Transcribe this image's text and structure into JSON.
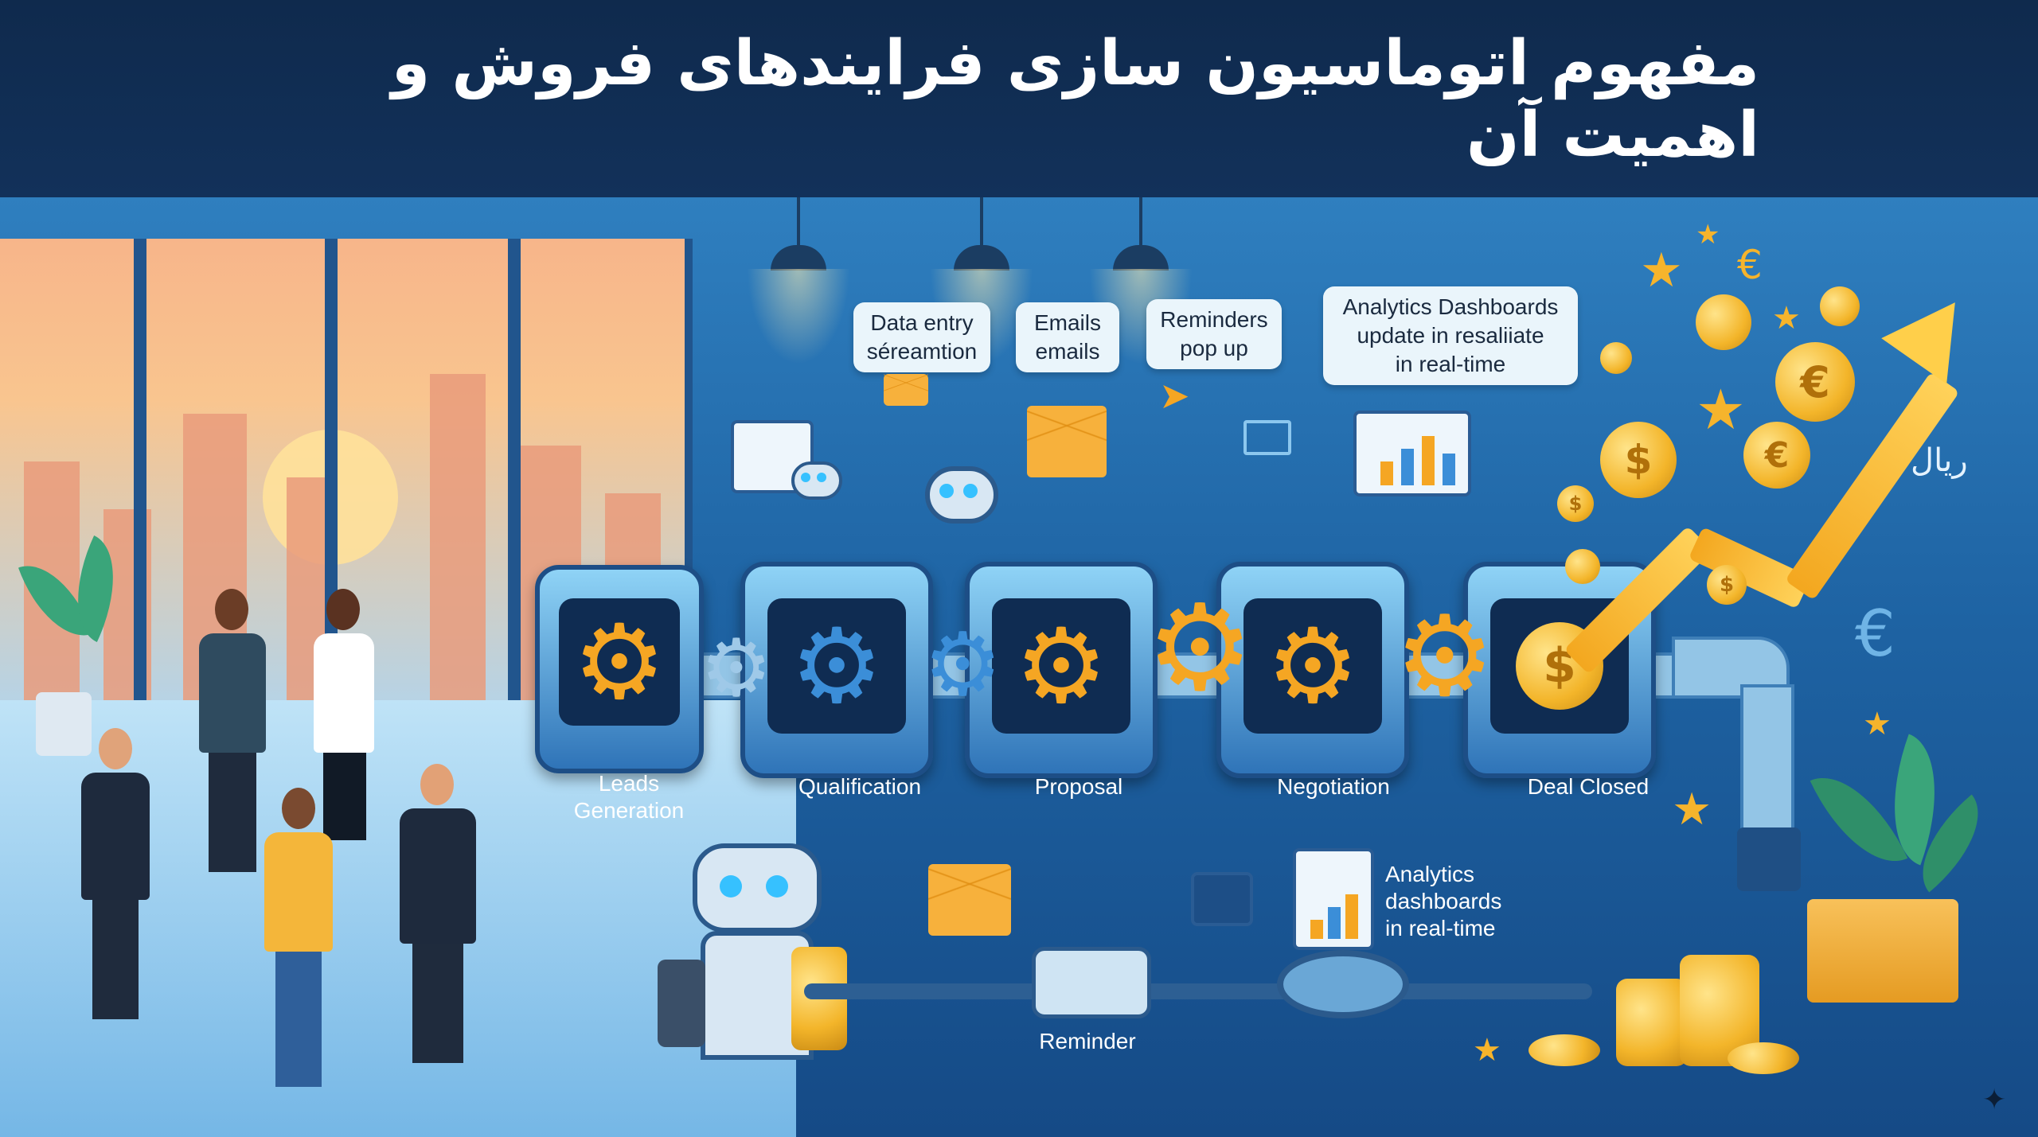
{
  "header": {
    "title": "مفهوم اتوماسیون سازی فرایندهای فروش و اهمیت آن"
  },
  "notes": {
    "data_entry": [
      "Data entry",
      "séreamtion"
    ],
    "emails": [
      "Emails",
      "emails"
    ],
    "reminders": [
      "Reminders",
      "pop up"
    ],
    "analytics_top": [
      "Analytics Dashboards",
      "update in resaliiate",
      "in real-time"
    ],
    "analytics_bottom": [
      "Analytics",
      "dashboards",
      "in real-time"
    ]
  },
  "stages": {
    "leads": [
      "Leads",
      "Generation"
    ],
    "qualification": "Qualification",
    "proposal": "Proposal",
    "negotiation": "Negotiation",
    "deal_closed": "Deal Closed",
    "reminder": "Reminder"
  },
  "currency": {
    "rial": "ریال",
    "euro": "€",
    "dollar": "$"
  },
  "icons": {
    "gear": "gear-icon",
    "check": "check-icon",
    "envelope": "envelope-icon",
    "chart": "chart-icon",
    "star": "star-icon",
    "coin": "coin-icon",
    "robot": "robot-icon",
    "arrow": "growth-arrow-icon",
    "sparkle": "sparkle-icon"
  },
  "colors": {
    "banner": "#0f2a4d",
    "accent_gold": "#f5a623",
    "machine_blue": "#2f74b8"
  }
}
